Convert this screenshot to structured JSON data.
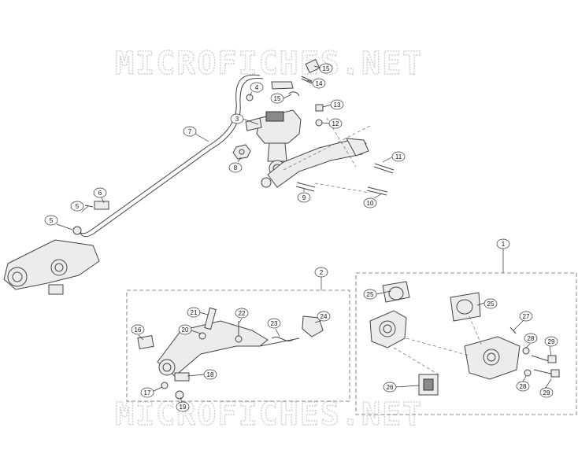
{
  "watermark": {
    "text": "MICROFICHES.NET",
    "color": "#cfcfcf"
  },
  "callouts": [
    {
      "id": "c15a",
      "label": "15"
    },
    {
      "id": "c14",
      "label": "14"
    },
    {
      "id": "c4",
      "label": "4"
    },
    {
      "id": "c15b",
      "label": "15"
    },
    {
      "id": "c13",
      "label": "13"
    },
    {
      "id": "c3",
      "label": "3"
    },
    {
      "id": "c12",
      "label": "12"
    },
    {
      "id": "c7",
      "label": "7"
    },
    {
      "id": "c11",
      "label": "11"
    },
    {
      "id": "c8",
      "label": "8"
    },
    {
      "id": "c6",
      "label": "6"
    },
    {
      "id": "c9",
      "label": "9"
    },
    {
      "id": "c5a",
      "label": "5"
    },
    {
      "id": "c10",
      "label": "10"
    },
    {
      "id": "c5b",
      "label": "5"
    },
    {
      "id": "c1",
      "label": "1"
    },
    {
      "id": "c2",
      "label": "2"
    },
    {
      "id": "c25a",
      "label": "25"
    },
    {
      "id": "c25b",
      "label": "25"
    },
    {
      "id": "c21",
      "label": "21"
    },
    {
      "id": "c22",
      "label": "22"
    },
    {
      "id": "c24",
      "label": "24"
    },
    {
      "id": "c23",
      "label": "23"
    },
    {
      "id": "c16",
      "label": "16"
    },
    {
      "id": "c20",
      "label": "20"
    },
    {
      "id": "c27",
      "label": "27"
    },
    {
      "id": "c28a",
      "label": "28"
    },
    {
      "id": "c29a",
      "label": "29"
    },
    {
      "id": "c18",
      "label": "18"
    },
    {
      "id": "c17",
      "label": "17"
    },
    {
      "id": "c19",
      "label": "19"
    },
    {
      "id": "c26",
      "label": "26"
    },
    {
      "id": "c28b",
      "label": "28"
    },
    {
      "id": "c29b",
      "label": "29"
    }
  ]
}
